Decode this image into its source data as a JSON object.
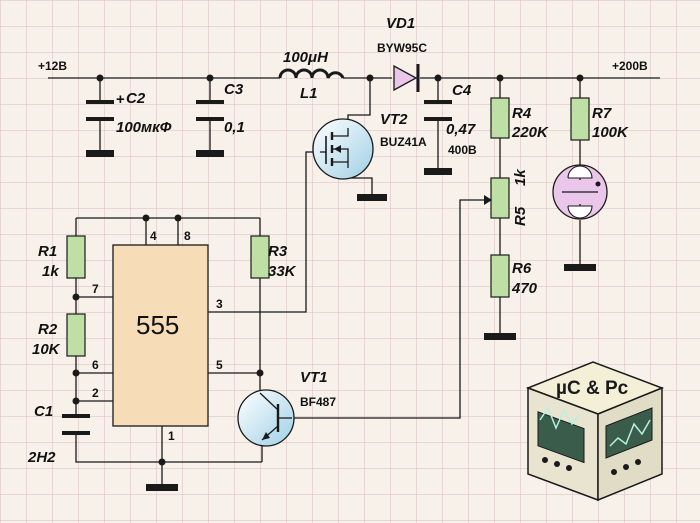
{
  "rails": {
    "vin": "+12В",
    "vout": "+200В"
  },
  "components": {
    "c2": {
      "name": "C2",
      "value": "100мкФ",
      "plus": "+"
    },
    "c3": {
      "name": "C3",
      "value": "0,1"
    },
    "l1": {
      "name": "L1",
      "value": "100μH"
    },
    "vd1": {
      "name": "VD1",
      "value": "BYW95C"
    },
    "vt2": {
      "name": "VT2",
      "value": "BUZ41A"
    },
    "c4": {
      "name": "C4",
      "value": "0,47",
      "voltage": "400В"
    },
    "r4": {
      "name": "R4",
      "value": "220K"
    },
    "r5": {
      "name": "R5",
      "value": "1k"
    },
    "r6": {
      "name": "R6",
      "value": "470"
    },
    "r7": {
      "name": "R7",
      "value": "100K"
    },
    "r1": {
      "name": "R1",
      "value": "1k"
    },
    "r2": {
      "name": "R2",
      "value": "10K"
    },
    "c1": {
      "name": "C1",
      "value": "2H2"
    },
    "r3": {
      "name": "R3",
      "value": "33K"
    },
    "vt1": {
      "name": "VT1",
      "value": "BF487"
    }
  },
  "ic": {
    "name": "555",
    "pins": {
      "p1": "1",
      "p2": "2",
      "p3": "3",
      "p4": "4",
      "p5": "5",
      "p6": "6",
      "p7": "7",
      "p8": "8"
    }
  },
  "logo": {
    "text": "µC & Pc"
  },
  "colors": {
    "grid": "#d6bcc0",
    "background": "#f7f1ea",
    "component_fill": "#bfe0a5",
    "lamp_fill": "#e9c6ea",
    "chip_fill": "#f6ddb8",
    "logo_panel": "#3a5c4a"
  }
}
